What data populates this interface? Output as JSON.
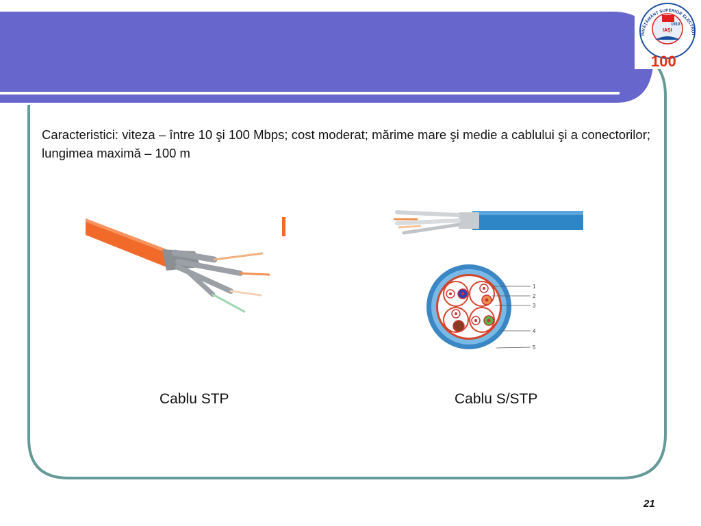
{
  "slide": {
    "body_text": "Caracteristici: viteza – între 10 şi 100 Mbps; cost moderat; mărime mare şi medie a cablului şi a conectorilor; lungimea maximă – 100 m",
    "page_number": "21",
    "theme_colors": {
      "header": "#6666cc",
      "frame": "#669999"
    }
  },
  "logo": {
    "arc_text": "ÎNVĂŢĂMÂNT SUPERIOR ELECTROTEHNIC ÎN ROMÂNIA",
    "city": "IAŞI",
    "year": "1910",
    "centenary": "100"
  },
  "figures": {
    "stp": {
      "caption": "Cablu STP"
    },
    "sstp": {
      "caption": "Cablu S/STP",
      "layer_labels": [
        "1",
        "2",
        "3",
        "4",
        "5"
      ]
    }
  }
}
